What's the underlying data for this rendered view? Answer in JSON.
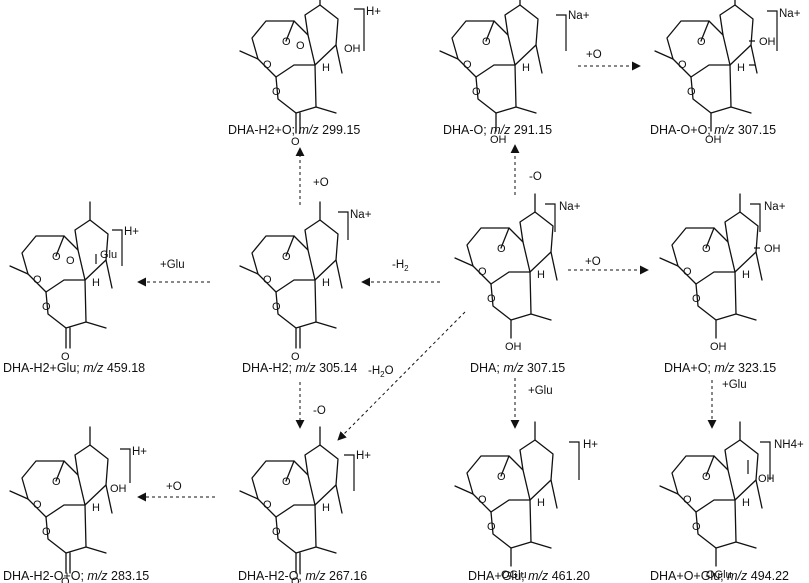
{
  "compounds": {
    "dha_h2_o": {
      "name": "DHA-H2+O;",
      "mz_label": "m/z",
      "mz": "299.15",
      "adduct": "H+",
      "carbonyl": "O",
      "substituent": "OH",
      "h_label": "H"
    },
    "dha_o": {
      "name": "DHA-O;",
      "mz_label": "m/z",
      "mz": "291.15",
      "adduct": "Na+",
      "hydroxyl": "OH",
      "h_label": "H"
    },
    "dha_o_o": {
      "name": "DHA-O+O;",
      "mz_label": "m/z",
      "mz": "307.15",
      "adduct": "Na+",
      "hydroxyl": "OH",
      "substituent": "OH",
      "h_label": "H"
    },
    "dha_h2_glu": {
      "name": "DHA-H2+Glu;",
      "mz_label": "m/z",
      "mz": "459.18",
      "adduct": "H+",
      "carbonyl": "O",
      "substituent": "Glu",
      "h_label": "H"
    },
    "dha_h2": {
      "name": "DHA-H2;",
      "mz_label": "m/z",
      "mz": "305.14",
      "adduct": "Na+",
      "carbonyl": "O",
      "h_label": "H"
    },
    "dha": {
      "name": "DHA;",
      "mz_label": "m/z",
      "mz": "307.15",
      "adduct": "Na+",
      "hydroxyl": "OH",
      "h_label": "H"
    },
    "dha_plus_o": {
      "name": "DHA+O;",
      "mz_label": "m/z",
      "mz": "323.15",
      "adduct": "Na+",
      "hydroxyl": "OH",
      "substituent": "OH",
      "h_label": "H"
    },
    "dha_h2_o_plus_o": {
      "name": "DHA-H2-O+O;",
      "mz_label": "m/z",
      "mz": "283.15",
      "adduct": "H+",
      "carbonyl": "O",
      "substituent": "OH",
      "h_label": "H"
    },
    "dha_h2_minus_o": {
      "name": "DHA-H2-O;",
      "mz_label": "m/z",
      "mz": "267.16",
      "adduct": "H+",
      "carbonyl": "O",
      "h_label": "H"
    },
    "dha_glu": {
      "name": "DHA+Glu;",
      "mz_label": "m/z",
      "mz": "461.20",
      "adduct": "H+",
      "hydroxyl": "OGlu",
      "h_label": "H"
    },
    "dha_o_glu": {
      "name": "DHA+O+Glu;",
      "mz_label": "m/z",
      "mz": "494.22",
      "adduct": "NH4+",
      "hydroxyl": "OGlu",
      "substituent": "OH",
      "h_label": "H"
    }
  },
  "atom_o": "O",
  "arrows": {
    "plus_o_1": "+O",
    "minus_o_1": "-O",
    "plus_o_2": "+O",
    "plus_glu_1": "+Glu",
    "minus_h2_main": "-H",
    "minus_h2_sub": "2",
    "plus_o_3": "+O",
    "minus_o_2": "-O",
    "minus_h2o_main": "-H",
    "minus_h2o_sub": "2",
    "minus_h2o_tail": "O",
    "plus_glu_2": "+Glu",
    "plus_glu_3": "+Glu",
    "plus_o_4": "+O"
  }
}
